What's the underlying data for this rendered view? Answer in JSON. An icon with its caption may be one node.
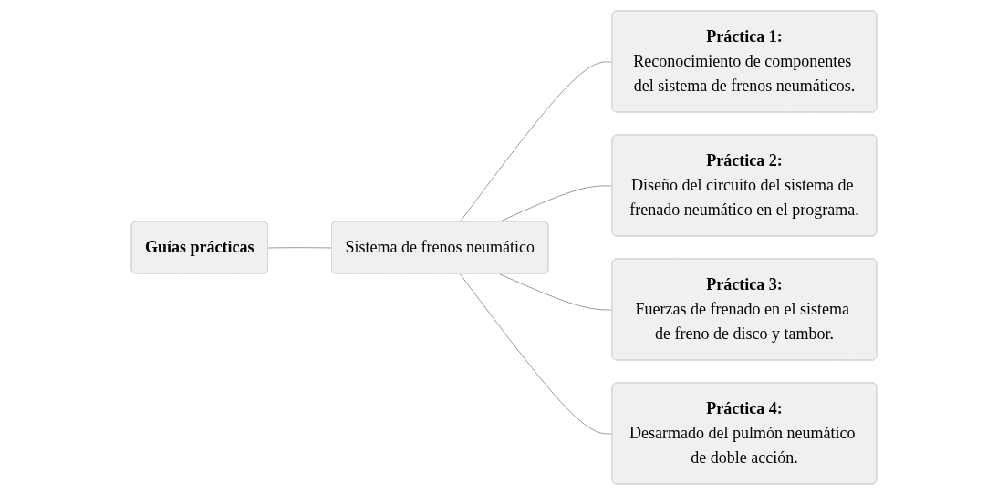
{
  "diagram": {
    "nodes": [
      {
        "text": [
          "Guías prácticas"
        ]
      },
      {
        "text": [
          "Sistema de frenos neumático"
        ]
      },
      {
        "text": [
          "Práctica 1:",
          "Reconocimiento de componentes del sistema de frenos neumáticos."
        ]
      },
      {
        "text": [
          "Práctica 2:",
          "Diseño del circuito del sistema de frenado neumático en el programa."
        ]
      },
      {
        "text": [
          "Práctica 3:",
          "Fuerzas de frenado en el sistema de freno de disco y tambor."
        ]
      },
      {
        "text": [
          "Práctica 4:",
          "Desarmado del pulmón neumático de doble acción."
        ]
      }
    ],
    "edges": [
      {
        "from": 0,
        "to": 1,
        "arrow": "none"
      },
      {
        "from": 1,
        "to": 2,
        "arrow": "none"
      },
      {
        "from": 1,
        "to": 3,
        "arrow": "none"
      },
      {
        "from": 1,
        "to": 4,
        "arrow": "none"
      },
      {
        "from": 1,
        "to": 5,
        "arrow": "none"
      }
    ]
  }
}
